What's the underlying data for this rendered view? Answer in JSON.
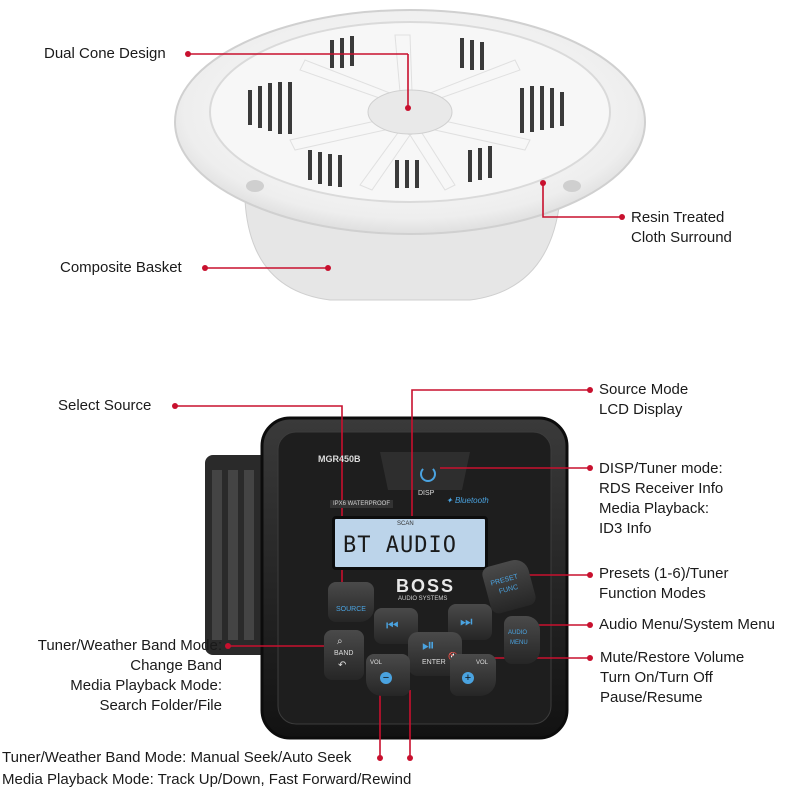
{
  "speaker": {
    "callouts": {
      "dual_cone": "Dual Cone Design",
      "resin_line1": "Resin Treated",
      "resin_line2": "Cloth Surround",
      "basket": "Composite Basket"
    }
  },
  "receiver": {
    "callouts": {
      "select_source": "Select Source",
      "source_mode_line1": "Source Mode",
      "source_mode_line2": "LCD Display",
      "disp_line1": "DISP/Tuner mode:",
      "disp_line2": "RDS Receiver Info",
      "disp_line3": "Media Playback:",
      "disp_line4": "ID3 Info",
      "presets_line1": "Presets (1-6)/Tuner",
      "presets_line2": "Function Modes",
      "audio_menu": "Audio Menu/System Menu",
      "mute_line1": "Mute/Restore Volume",
      "mute_line2": "Turn On/Turn Off",
      "mute_line3": "Pause/Resume",
      "band_line1": "Tuner/Weather Band Mode:",
      "band_line2": "Change Band",
      "band_line3": "Media Playback Mode:",
      "band_line4": "Search Folder/File",
      "seek_line1": "Tuner/Weather Band Mode: Manual Seek/Auto Seek",
      "seek_line2": "Media Playback Mode: Track Up/Down, Fast Forward/Rewind"
    },
    "device": {
      "model": "MGR450B",
      "lcd_text": "BT AUDIO",
      "lcd_small": "SCAN",
      "brand": "BOSS",
      "brand_sub": "AUDIO SYSTEMS",
      "disp_label": "DISP",
      "waterproof_badge": "IPX6 WATERPROOF",
      "bluetooth_badge": "Bluetooth",
      "source_btn": "SOURCE",
      "band_btn": "BAND",
      "vol_minus_label": "VOL",
      "vol_plus_label": "VOL",
      "enter_btn": "ENTER",
      "preset_btn_line1": "PRESET",
      "preset_btn_line2": "FUNC",
      "audio_btn_line1": "AUDIO",
      "audio_btn_line2": "MENU"
    }
  },
  "colors": {
    "callout_red": "#c8102e",
    "speaker_white": "#f4f4f4",
    "receiver_black": "#1c1c1c",
    "lcd_blue": "#bcd4ea",
    "accent_blue": "#4aa3e0"
  }
}
